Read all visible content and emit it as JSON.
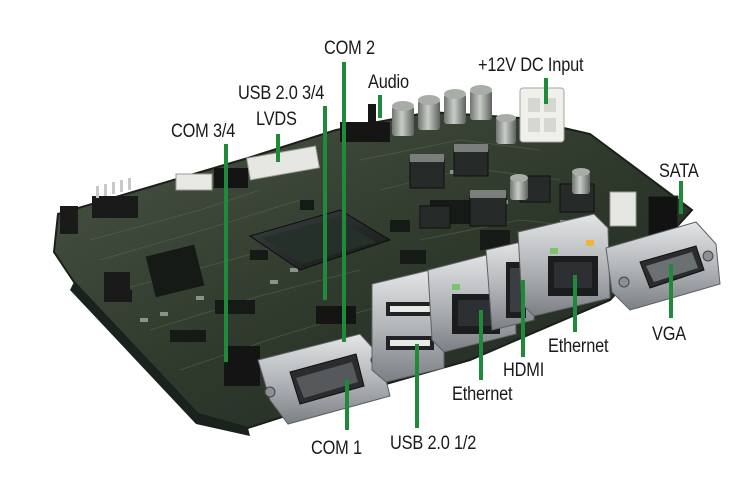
{
  "diagram": {
    "labels": {
      "com2": "COM 2",
      "audio": "Audio",
      "dc_input": "+12V DC Input",
      "usb34": "USB 2.0 3/4",
      "lvds": "LVDS",
      "com34": "COM 3/4",
      "sata": "SATA",
      "vga": "VGA",
      "ethernet_right": "Ethernet",
      "hdmi": "HDMI",
      "ethernet_left": "Ethernet",
      "usb12": "USB 2.0 1/2",
      "com1": "COM 1"
    },
    "colors": {
      "leader": "#1f8a3a",
      "board": "#2f3a2c",
      "metal": "#b9bcbf",
      "background": "#ffffff"
    }
  }
}
